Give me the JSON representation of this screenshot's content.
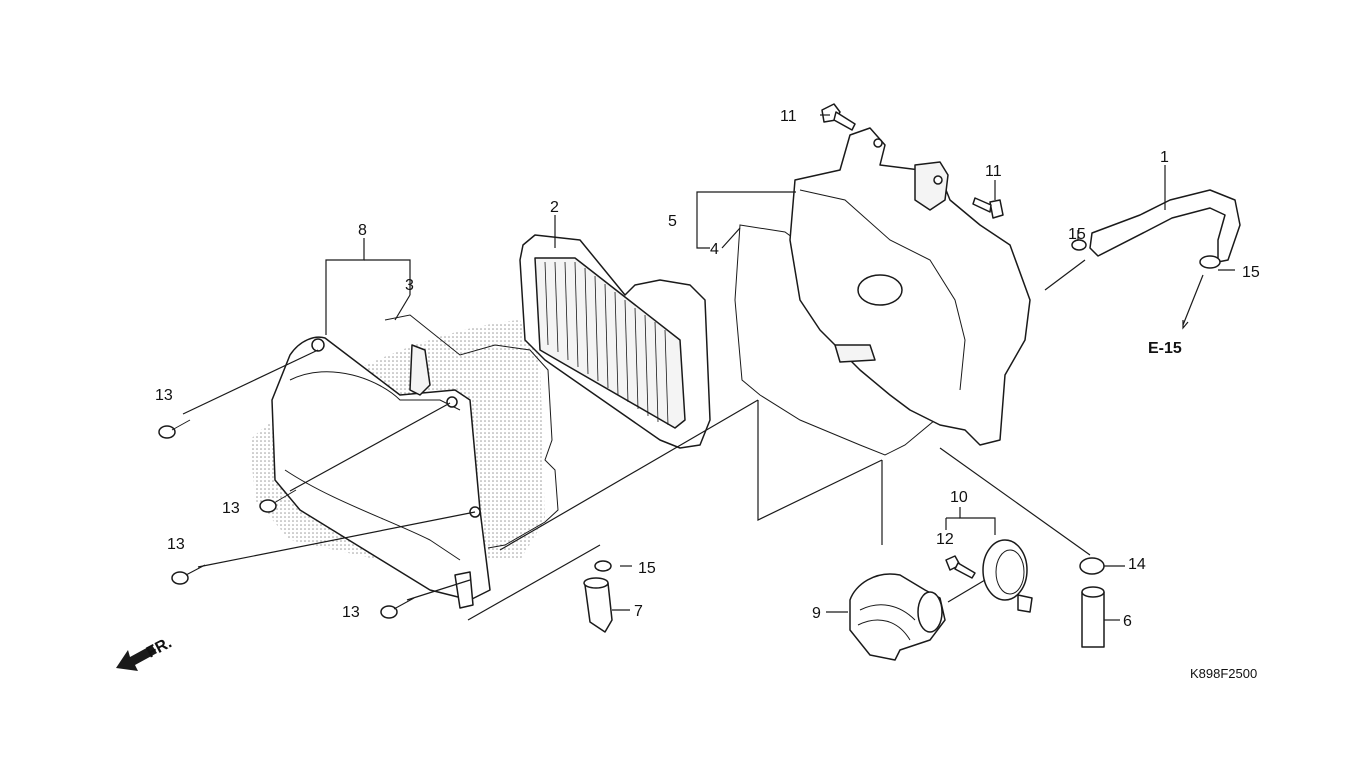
{
  "callouts": [
    {
      "id": "1",
      "text": "1"
    },
    {
      "id": "2",
      "text": "2"
    },
    {
      "id": "3",
      "text": "3"
    },
    {
      "id": "4",
      "text": "4"
    },
    {
      "id": "5",
      "text": "5"
    },
    {
      "id": "6",
      "text": "6"
    },
    {
      "id": "7",
      "text": "7"
    },
    {
      "id": "8",
      "text": "8"
    },
    {
      "id": "9",
      "text": "9"
    },
    {
      "id": "10",
      "text": "10"
    },
    {
      "id": "11",
      "text": "11"
    },
    {
      "id": "12",
      "text": "12"
    },
    {
      "id": "13",
      "text": "13"
    },
    {
      "id": "14",
      "text": "14"
    },
    {
      "id": "15",
      "text": "15"
    }
  ],
  "reference": "E-15",
  "direction": "FR.",
  "drawing_code": "K898F2500"
}
